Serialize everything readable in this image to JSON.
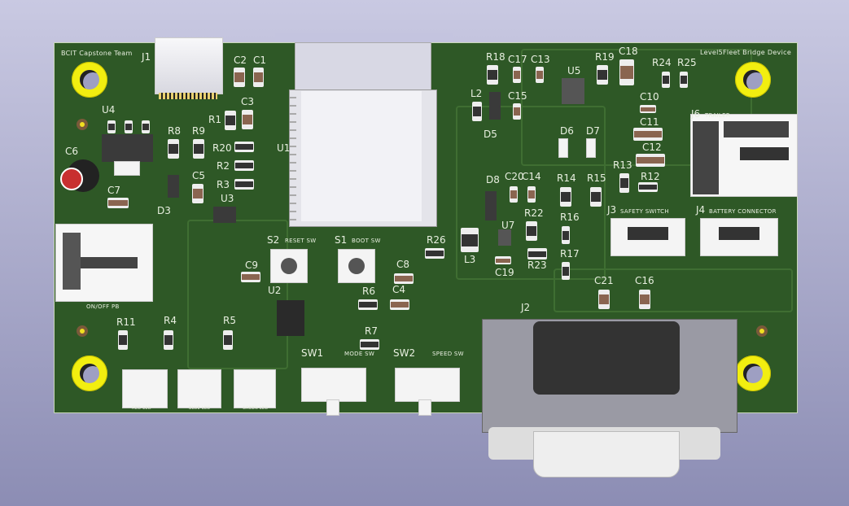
{
  "board": {
    "team": "BCIT Capstone Team",
    "title": "Level5Fleet Bridge Device"
  },
  "refs": {
    "J1": "J1",
    "C2": "C2",
    "C1": "C1",
    "C3": "C3",
    "R1": "R1",
    "U4": "U4",
    "R8": "R8",
    "R9": "R9",
    "R20": "R20",
    "R2": "R2",
    "R3": "R3",
    "U1": "U1",
    "C6": "C6",
    "C5": "C5",
    "C7": "C7",
    "D3": "D3",
    "U3": "U3",
    "R18": "R18",
    "C17": "C17",
    "C13": "C13",
    "U5": "U5",
    "R19": "R19",
    "C18": "C18",
    "R24": "R24",
    "R25": "R25",
    "L2": "L2",
    "C15": "C15",
    "D5": "D5",
    "C10": "C10",
    "C11": "C11",
    "D6": "D6",
    "D7": "D7",
    "C12": "C12",
    "R13": "R13",
    "R12": "R12",
    "J6": "J6",
    "D8": "D8",
    "C20": "C20",
    "C14": "C14",
    "R14": "R14",
    "R15": "R15",
    "R22": "R22",
    "R16": "R16",
    "U7": "U7",
    "J3": "J3",
    "J4": "J4",
    "L3": "L3",
    "C19": "C19",
    "R23": "R23",
    "R17": "R17",
    "C21": "C21",
    "C16": "C16",
    "J2": "J2",
    "R26": "R26",
    "R11": "R11",
    "R4": "R4",
    "R5": "R5",
    "S2": "S2",
    "S1": "S1",
    "C9": "C9",
    "U2": "U2",
    "R6": "R6",
    "C8": "C8",
    "C4": "C4",
    "R7": "R7",
    "SW1": "SW1",
    "SW2": "SW2"
  },
  "silk": {
    "j6": "TRAILER",
    "j3": "SAFETY SWITCH",
    "j4": "BATTERY CONNECTOR",
    "onoff": "ON/OFF PB",
    "reset": "RESET SW",
    "boot": "BOOT SW",
    "mode": "MODE SW",
    "speed": "SPEED SW",
    "red": "RED LED",
    "blue": "BLUE LED",
    "green": "GREEN LED"
  },
  "colors": {
    "board": "#2e5826",
    "silk": "#e8efe0",
    "pad": "#f2ee10"
  }
}
